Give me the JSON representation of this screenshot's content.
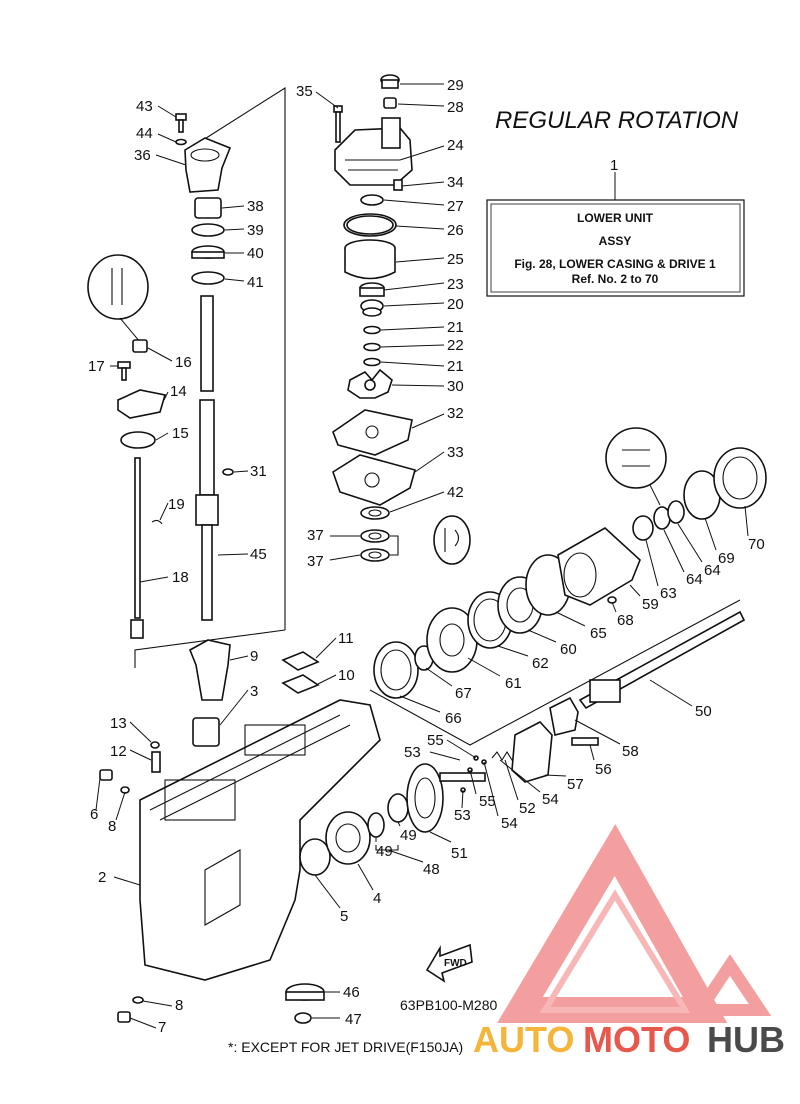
{
  "title": "REGULAR ROTATION",
  "info_box": {
    "number": "1",
    "line1": "LOWER UNIT",
    "line2": "ASSY",
    "line3": "Fig. 28, LOWER CASING & DRIVE 1",
    "line4": "Ref. No. 2 to 70"
  },
  "diagram_code": "63PB100-M280",
  "footnote": "*: EXCEPT FOR JET DRIVE(F150JA)",
  "fwd_label": "FWD",
  "watermark": {
    "part1": "AUTO",
    "part2": "MOTO",
    "part3": "HUB",
    "color1": "#f5b53b",
    "color2": "#e8574c",
    "color3": "#4a4a4a"
  },
  "callouts": [
    {
      "id": "29",
      "label": "29"
    },
    {
      "id": "28",
      "label": "28"
    },
    {
      "id": "24",
      "label": "24"
    },
    {
      "id": "34",
      "label": "34"
    },
    {
      "id": "27",
      "label": "27"
    },
    {
      "id": "26",
      "label": "26"
    },
    {
      "id": "25",
      "label": "25"
    },
    {
      "id": "23",
      "label": "23"
    },
    {
      "id": "20",
      "label": "20"
    },
    {
      "id": "21a",
      "label": "21"
    },
    {
      "id": "22",
      "label": "22"
    },
    {
      "id": "21b",
      "label": "21"
    },
    {
      "id": "30",
      "label": "30"
    },
    {
      "id": "32",
      "label": "32"
    },
    {
      "id": "33",
      "label": "33"
    },
    {
      "id": "42",
      "label": "42"
    },
    {
      "id": "37a",
      "label": "37"
    },
    {
      "id": "37b",
      "label": "37"
    },
    {
      "id": "35",
      "label": "35"
    },
    {
      "id": "43",
      "label": "43"
    },
    {
      "id": "44",
      "label": "44"
    },
    {
      "id": "36",
      "label": "36"
    },
    {
      "id": "38",
      "label": "38"
    },
    {
      "id": "39",
      "label": "39"
    },
    {
      "id": "40",
      "label": "40"
    },
    {
      "id": "41",
      "label": "41"
    },
    {
      "id": "16",
      "label": "16"
    },
    {
      "id": "17",
      "label": "17"
    },
    {
      "id": "14",
      "label": "14"
    },
    {
      "id": "15",
      "label": "15"
    },
    {
      "id": "31",
      "label": "31"
    },
    {
      "id": "19",
      "label": "19"
    },
    {
      "id": "45",
      "label": "45"
    },
    {
      "id": "18",
      "label": "18"
    },
    {
      "id": "11",
      "label": "11"
    },
    {
      "id": "10",
      "label": "10"
    },
    {
      "id": "9",
      "label": "9"
    },
    {
      "id": "3",
      "label": "3"
    },
    {
      "id": "13",
      "label": "13"
    },
    {
      "id": "12",
      "label": "12"
    },
    {
      "id": "6",
      "label": "6"
    },
    {
      "id": "8a",
      "label": "8"
    },
    {
      "id": "2",
      "label": "2"
    },
    {
      "id": "8b",
      "label": "8"
    },
    {
      "id": "7",
      "label": "7"
    },
    {
      "id": "46",
      "label": "46"
    },
    {
      "id": "47",
      "label": "47"
    },
    {
      "id": "5",
      "label": "5"
    },
    {
      "id": "4",
      "label": "4"
    },
    {
      "id": "49a",
      "label": "49"
    },
    {
      "id": "49b",
      "label": "49"
    },
    {
      "id": "48",
      "label": "48"
    },
    {
      "id": "51",
      "label": "51"
    },
    {
      "id": "53a",
      "label": "53"
    },
    {
      "id": "53b",
      "label": "53"
    },
    {
      "id": "55a",
      "label": "55"
    },
    {
      "id": "55b",
      "label": "55"
    },
    {
      "id": "54a",
      "label": "54"
    },
    {
      "id": "54b",
      "label": "54"
    },
    {
      "id": "52",
      "label": "52"
    },
    {
      "id": "57",
      "label": "57"
    },
    {
      "id": "56",
      "label": "56"
    },
    {
      "id": "58",
      "label": "58"
    },
    {
      "id": "50",
      "label": "50"
    },
    {
      "id": "66",
      "label": "66"
    },
    {
      "id": "67",
      "label": "67"
    },
    {
      "id": "61",
      "label": "61"
    },
    {
      "id": "62",
      "label": "62"
    },
    {
      "id": "60",
      "label": "60"
    },
    {
      "id": "65",
      "label": "65"
    },
    {
      "id": "68",
      "label": "68"
    },
    {
      "id": "59",
      "label": "59"
    },
    {
      "id": "63",
      "label": "63"
    },
    {
      "id": "64a",
      "label": "64"
    },
    {
      "id": "64b",
      "label": "64"
    },
    {
      "id": "69",
      "label": "69"
    },
    {
      "id": "70",
      "label": "70"
    }
  ]
}
